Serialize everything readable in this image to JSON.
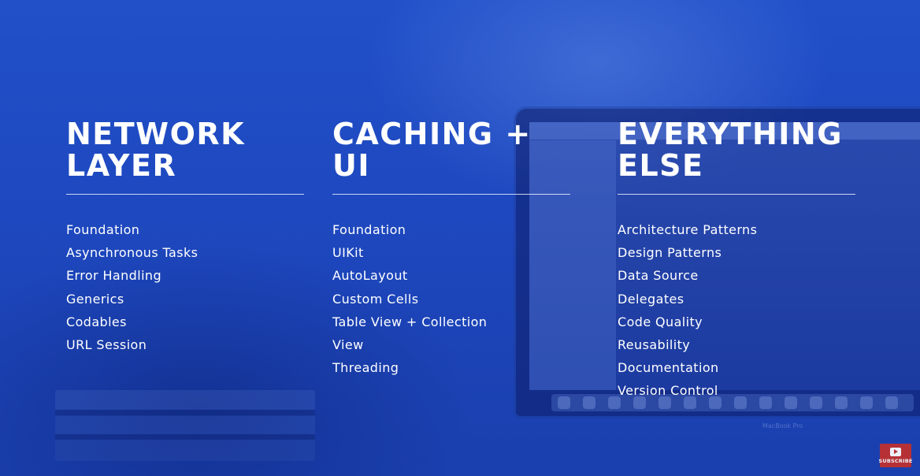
{
  "columns": [
    {
      "title": "NETWORK\nLAYER",
      "items": [
        "Foundation",
        "Asynchronous Tasks",
        "Error Handling",
        "Generics",
        "Codables",
        "URL Session"
      ]
    },
    {
      "title": "CACHING +\nUI",
      "items": [
        "Foundation",
        "UIKit",
        "AutoLayout",
        "Custom Cells",
        "Table View + Collection",
        "View",
        "Threading"
      ]
    },
    {
      "title": "EVERYTHING\nELSE",
      "items": [
        "Architecture Patterns",
        "Design Patterns",
        "Data Source",
        "Delegates",
        "Code Quality",
        "Reusability",
        "Documentation",
        "Version Control"
      ]
    }
  ],
  "background": {
    "laptop_label": "MacBook Pro"
  },
  "subscribe": {
    "label": "SUBSCRIBE"
  },
  "colors": {
    "background": "#1f47b8",
    "text": "#ffffff",
    "subscribe": "#c4302b"
  },
  "icons": {
    "subscribe": "youtube-play-icon"
  }
}
